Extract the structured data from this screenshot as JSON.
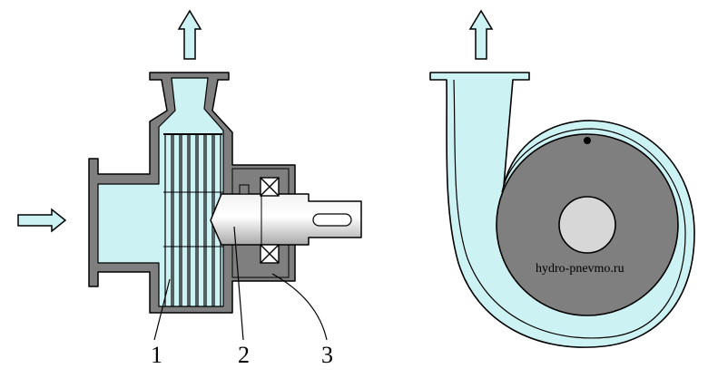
{
  "labels": {
    "impeller": "1",
    "shaft": "2",
    "bearing": "3"
  },
  "watermark": "hydro-pnevmo.ru",
  "colors": {
    "fluid": "#cdf2f4",
    "housing": "#7f7f7f",
    "shaft": "#d7d7d7",
    "outline": "#000000"
  }
}
